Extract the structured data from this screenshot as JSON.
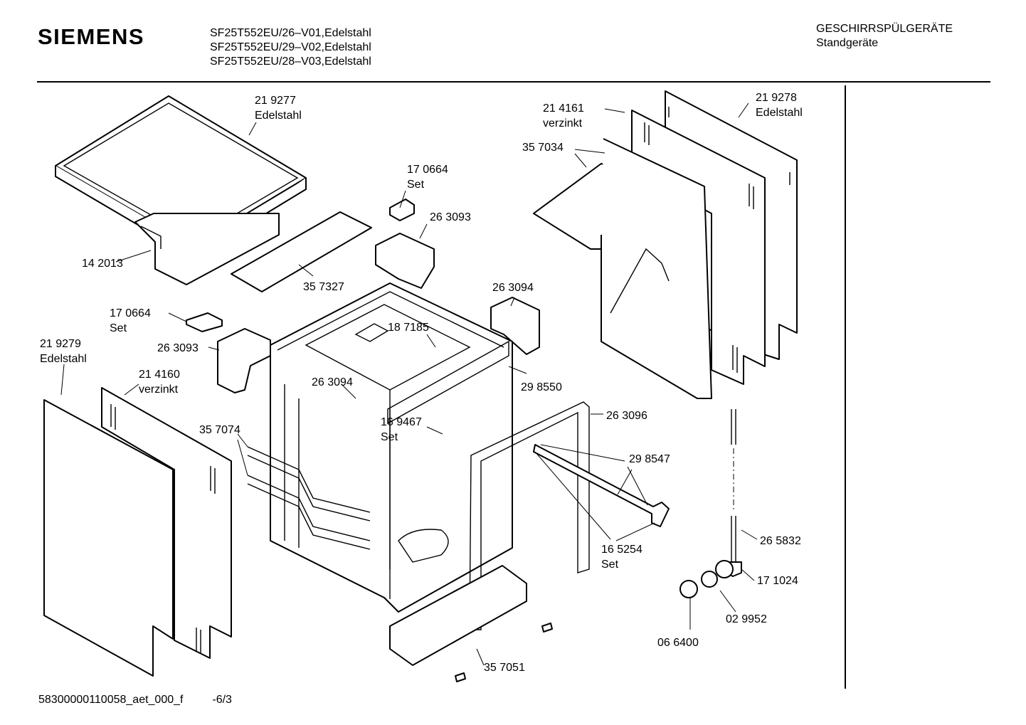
{
  "header": {
    "brand": "SIEMENS",
    "models": [
      "SF25T552EU/26–V01,Edelstahl",
      "SF25T552EU/29–V02,Edelstahl",
      "SF25T552EU/28–V03,Edelstahl"
    ],
    "category": "GESCHIRRSPÜLGERÄTE",
    "subcategory": "Standgeräte"
  },
  "parts": [
    {
      "number": "21 9277",
      "note": "Edelstahl"
    },
    {
      "number": "14 2013",
      "note": ""
    },
    {
      "number": "17 0664",
      "note": "Set"
    },
    {
      "number": "26 3093",
      "note": ""
    },
    {
      "number": "35 7327",
      "note": ""
    },
    {
      "number": "17 0664",
      "note": "Set"
    },
    {
      "number": "26 3093",
      "note": ""
    },
    {
      "number": "21 9279",
      "note": "Edelstahl"
    },
    {
      "number": "21 4160",
      "note": "verzinkt"
    },
    {
      "number": "26 3094",
      "note": ""
    },
    {
      "number": "18 7185",
      "note": ""
    },
    {
      "number": "26 3094",
      "note": ""
    },
    {
      "number": "29 8550",
      "note": ""
    },
    {
      "number": "35 7074",
      "note": ""
    },
    {
      "number": "16 9467",
      "note": "Set"
    },
    {
      "number": "26 3096",
      "note": ""
    },
    {
      "number": "29 8547",
      "note": ""
    },
    {
      "number": "16 5254",
      "note": "Set"
    },
    {
      "number": "35 7051",
      "note": ""
    },
    {
      "number": "21 4161",
      "note": "verzinkt"
    },
    {
      "number": "21 9278",
      "note": "Edelstahl"
    },
    {
      "number": "35 7034",
      "note": ""
    },
    {
      "number": "26 5832",
      "note": ""
    },
    {
      "number": "17 1024",
      "note": ""
    },
    {
      "number": "02 9952",
      "note": ""
    },
    {
      "number": "06 6400",
      "note": ""
    }
  ],
  "footer": {
    "document_id": "58300000110058_aet_000_f",
    "page": "-6/3"
  }
}
